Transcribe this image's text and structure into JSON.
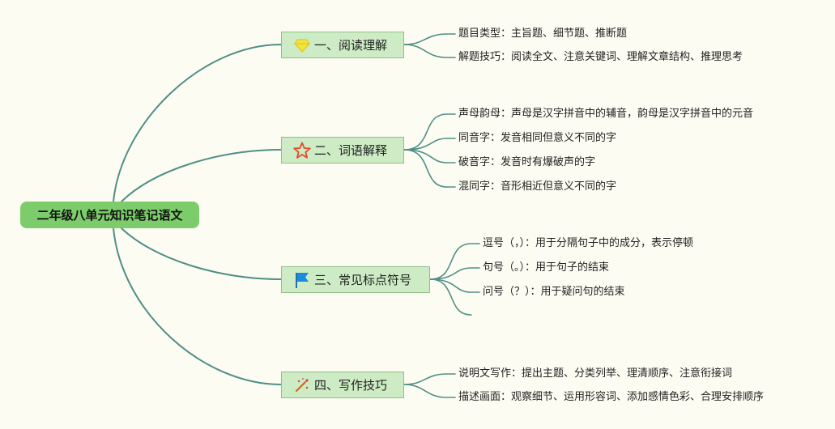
{
  "root": {
    "label": "二年级八单元知识笔记语文"
  },
  "branches": [
    {
      "label": "一、阅读理解",
      "icon": "diamond-icon",
      "children": [
        "题目类型：主旨题、细节题、推断题",
        "解题技巧：阅读全文、注意关键词、理解文章结构、推理思考"
      ]
    },
    {
      "label": "二、词语解释",
      "icon": "star-icon",
      "children": [
        "声母韵母：声母是汉字拼音中的辅音，韵母是汉字拼音中的元音",
        "同音字：发音相同但意义不同的字",
        "破音字：发音时有爆破声的字",
        "混同字：音形相近但意义不同的字"
      ]
    },
    {
      "label": "三、常见标点符号",
      "icon": "flag-icon",
      "children": [
        "逗号（，）：用于分隔句子中的成分，表示停顿",
        "句号（。）：用于句子的结束",
        "问号（？）：用于疑问句的结束",
        ""
      ]
    },
    {
      "label": "四、写作技巧",
      "icon": "magic-wand-icon",
      "children": [
        "说明文写作：提出主题、分类列举、理清顺序、注意衔接词",
        "描述画面：观察细节、运用形容词、添加感情色彩、合理安排顺序"
      ]
    }
  ],
  "colors": {
    "line": "#4f8f86",
    "root_fill": "#7ccc6b",
    "topic_fill": "#cdebc4"
  }
}
